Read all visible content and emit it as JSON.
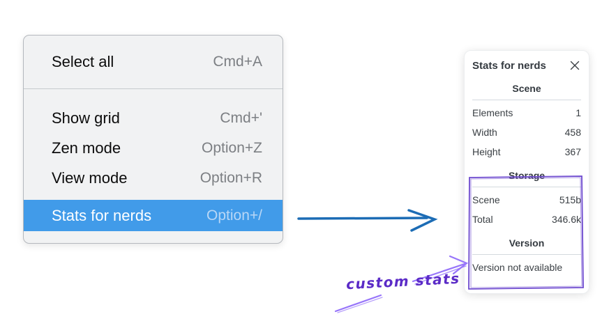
{
  "menu": {
    "sections": [
      {
        "items": [
          {
            "label": "Select all",
            "shortcut": "Cmd+A"
          }
        ]
      },
      {
        "items": [
          {
            "label": "Show grid",
            "shortcut": "Cmd+'"
          },
          {
            "label": "Zen mode",
            "shortcut": "Option+Z"
          },
          {
            "label": "View mode",
            "shortcut": "Option+R"
          },
          {
            "label": "Stats for nerds",
            "shortcut": "Option+/",
            "active": true
          }
        ]
      }
    ]
  },
  "stats_panel": {
    "title": "Stats for nerds",
    "close_icon": "x-close",
    "scene": {
      "heading": "Scene",
      "rows": [
        {
          "label": "Elements",
          "value": "1"
        },
        {
          "label": "Width",
          "value": "458"
        },
        {
          "label": "Height",
          "value": "367"
        }
      ]
    },
    "storage": {
      "heading": "Storage",
      "rows": [
        {
          "label": "Scene",
          "value": "515b"
        },
        {
          "label": "Total",
          "value": "346.6k"
        }
      ]
    },
    "version": {
      "heading": "Version",
      "note": "Version not available"
    }
  },
  "annotation": {
    "label": "custom stats"
  },
  "colors": {
    "menu_highlight": "#419be9",
    "menu_background": "#f1f2f3",
    "flow_arrow_blue": "#1c6cb5",
    "annotation_purple": "#6741d9",
    "annotation_lavender": "#9775fa",
    "panel_text": "#3b4045"
  }
}
